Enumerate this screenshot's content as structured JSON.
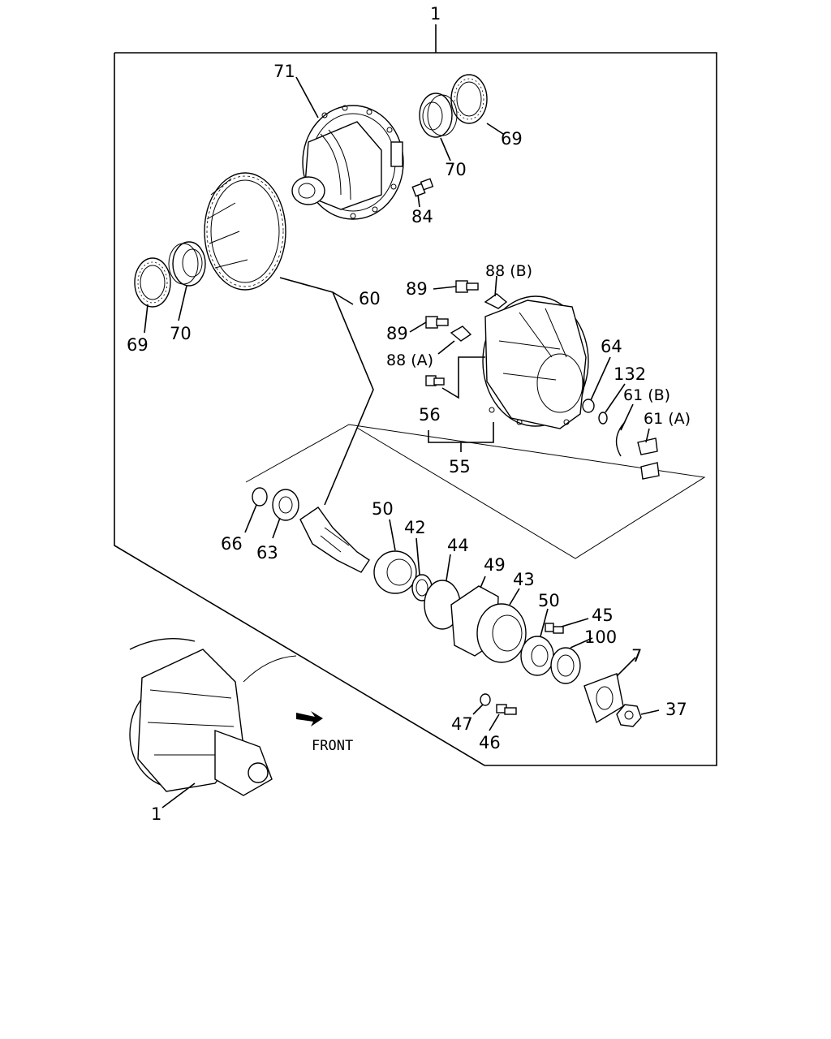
{
  "diagram": {
    "front_label": "FRONT",
    "callouts": {
      "assy_top": "1",
      "assy_bottom": "1",
      "c71": "71",
      "c69_top": "69",
      "c70_top": "70",
      "c84": "84",
      "c69_left": "69",
      "c70_left": "70",
      "c60": "60",
      "c88b": "88 (B)",
      "c89_top": "89",
      "c89_mid": "89",
      "c88a": "88 (A)",
      "c56": "56",
      "c55": "55",
      "c64": "64",
      "c132": "132",
      "c61b": "61 (B)",
      "c61a": "61 (A)",
      "c66": "66",
      "c63": "63",
      "c50_a": "50",
      "c42": "42",
      "c44": "44",
      "c49": "49",
      "c43": "43",
      "c50_b": "50",
      "c45": "45",
      "c100": "100",
      "c7": "7",
      "c37": "37",
      "c47": "47",
      "c46": "46"
    }
  }
}
